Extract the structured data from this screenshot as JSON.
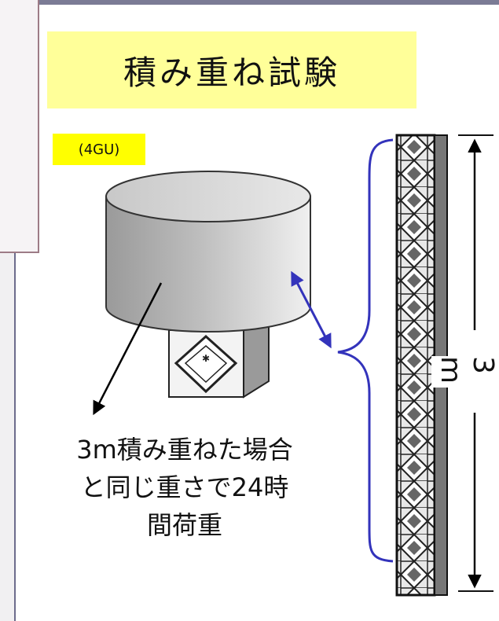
{
  "title": "積み重ね試験",
  "tag": "(4GU)",
  "caption": [
    "3m積み重ねた場合",
    "と同じ重さで24時",
    "間荷重"
  ],
  "dimension_label": "3 m",
  "colors": {
    "title_bg": "#ffff99",
    "tag_bg": "#ffff00",
    "brace": "#3333bb",
    "arrow": "#3333bb",
    "drum_fill": "#c0c0c0",
    "stack_frame": "#000000"
  },
  "icons": [
    "hazard-diamond-icon",
    "drum-icon",
    "stack-of-boxes-icon"
  ]
}
